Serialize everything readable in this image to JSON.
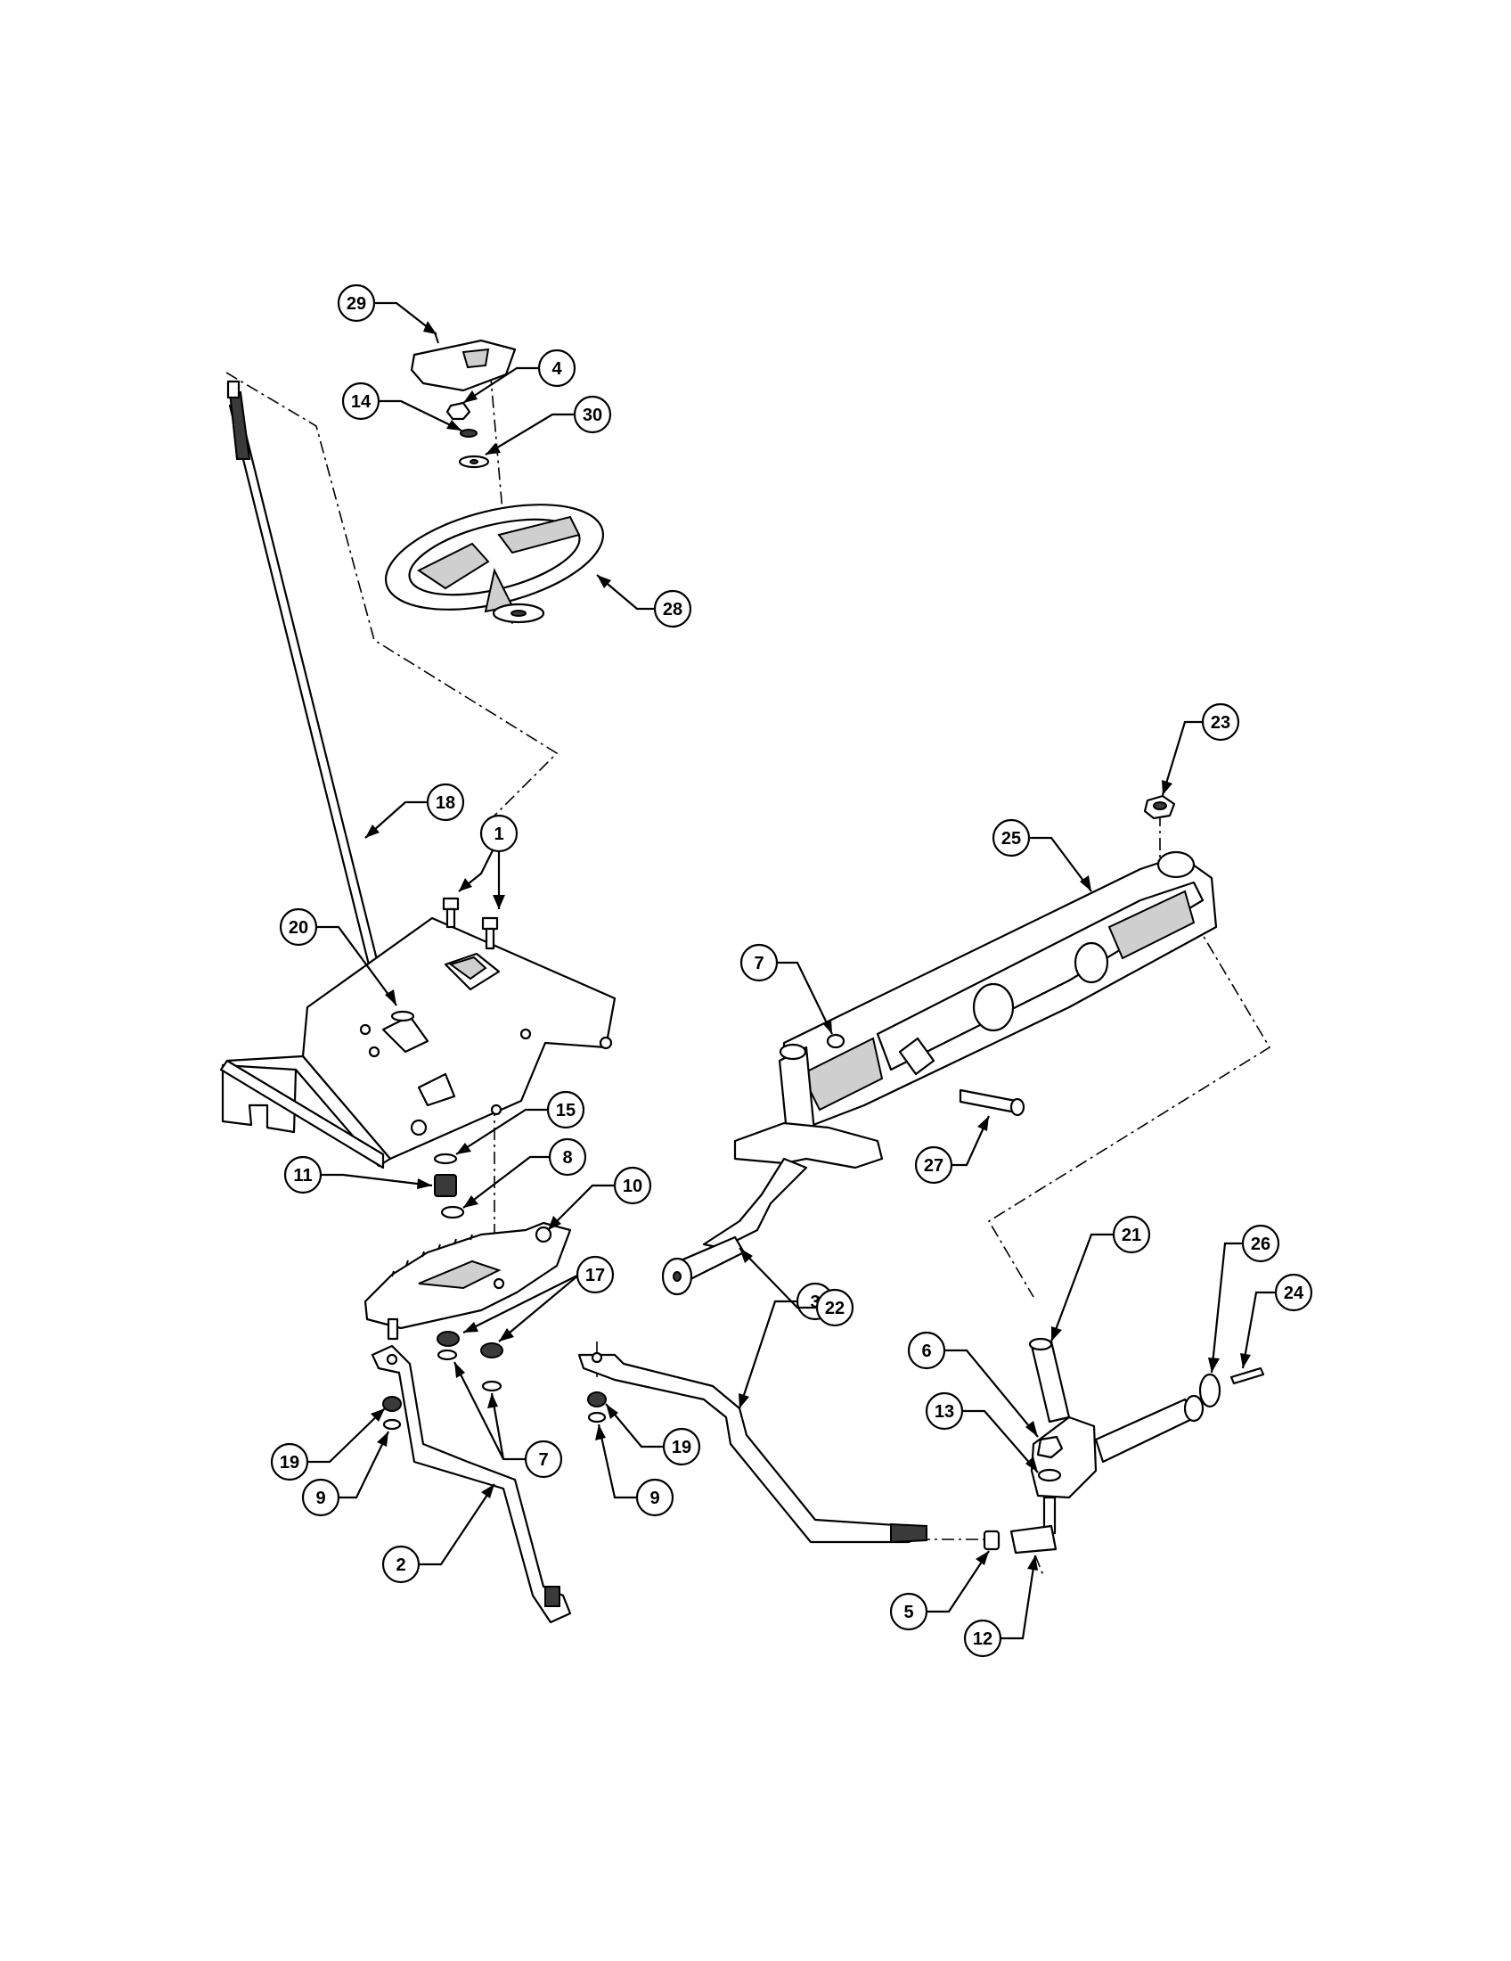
{
  "diagram": {
    "callouts": [
      {
        "id": "c29",
        "label": "29"
      },
      {
        "id": "c4",
        "label": "4"
      },
      {
        "id": "c14",
        "label": "14"
      },
      {
        "id": "c30",
        "label": "30"
      },
      {
        "id": "c28",
        "label": "28"
      },
      {
        "id": "c18",
        "label": "18"
      },
      {
        "id": "c1",
        "label": "1"
      },
      {
        "id": "c20",
        "label": "20"
      },
      {
        "id": "c15",
        "label": "15"
      },
      {
        "id": "c11",
        "label": "11"
      },
      {
        "id": "c8",
        "label": "8"
      },
      {
        "id": "c10",
        "label": "10"
      },
      {
        "id": "c17",
        "label": "17"
      },
      {
        "id": "c19a",
        "label": "19"
      },
      {
        "id": "c9a",
        "label": "9"
      },
      {
        "id": "c7a",
        "label": "7"
      },
      {
        "id": "c2",
        "label": "2"
      },
      {
        "id": "c3",
        "label": "3"
      },
      {
        "id": "c19b",
        "label": "19"
      },
      {
        "id": "c9b",
        "label": "9"
      },
      {
        "id": "c23",
        "label": "23"
      },
      {
        "id": "c25",
        "label": "25"
      },
      {
        "id": "c7b",
        "label": "7"
      },
      {
        "id": "c27",
        "label": "27"
      },
      {
        "id": "c22",
        "label": "22"
      },
      {
        "id": "c21",
        "label": "21"
      },
      {
        "id": "c26",
        "label": "26"
      },
      {
        "id": "c24",
        "label": "24"
      },
      {
        "id": "c6",
        "label": "6"
      },
      {
        "id": "c13",
        "label": "13"
      },
      {
        "id": "c5",
        "label": "5"
      },
      {
        "id": "c12",
        "label": "12"
      }
    ]
  }
}
